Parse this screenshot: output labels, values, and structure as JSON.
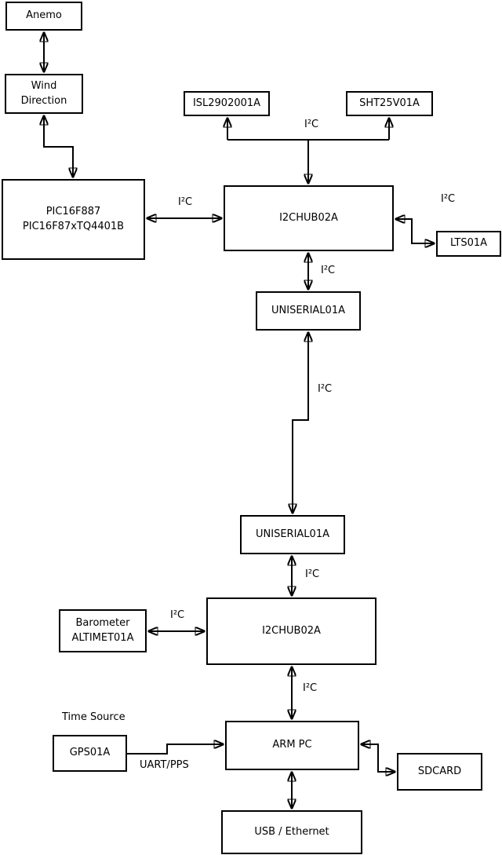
{
  "diagram": {
    "colors": {
      "background": "#ffffff",
      "line": "#000000",
      "text": "#000000"
    },
    "boxes": {
      "anemo": {
        "label": "Anemo"
      },
      "wind_direction": {
        "lines": [
          "Wind",
          "Direction"
        ]
      },
      "pic": {
        "lines": [
          "PIC16F887",
          "PIC16F87xTQ4401B"
        ]
      },
      "isl2902001a": {
        "label": "ISL2902001A"
      },
      "sht25v01a": {
        "label": "SHT25V01A"
      },
      "i2chub_top": {
        "label": "I2CHUB02A"
      },
      "lts01a": {
        "label": "LTS01A"
      },
      "uniserial_top": {
        "label": "UNISERIAL01A"
      },
      "uniserial_bottom": {
        "label": "UNISERIAL01A"
      },
      "i2chub_bottom": {
        "label": "I2CHUB02A"
      },
      "barometer": {
        "lines": [
          "Barometer",
          "ALTIMET01A"
        ]
      },
      "gps01a": {
        "label": "GPS01A"
      },
      "arm_pc": {
        "label": "ARM PC"
      },
      "sdcard": {
        "label": "SDCARD"
      },
      "usb_ethernet": {
        "label": "USB / Ethernet"
      }
    },
    "labels": {
      "sensors_bus": "I²C",
      "pic_bus": "I²C",
      "lts_bus": "I²C",
      "hub_top_serial_bus": "I²C",
      "serial_link_bus": "I²C",
      "serial_hub_bottom_bus": "I²C",
      "barometer_bus": "I²C",
      "hub_bottom_arm_bus": "I²C",
      "time_source": "Time Source",
      "uart_pps": "UART/PPS"
    }
  }
}
